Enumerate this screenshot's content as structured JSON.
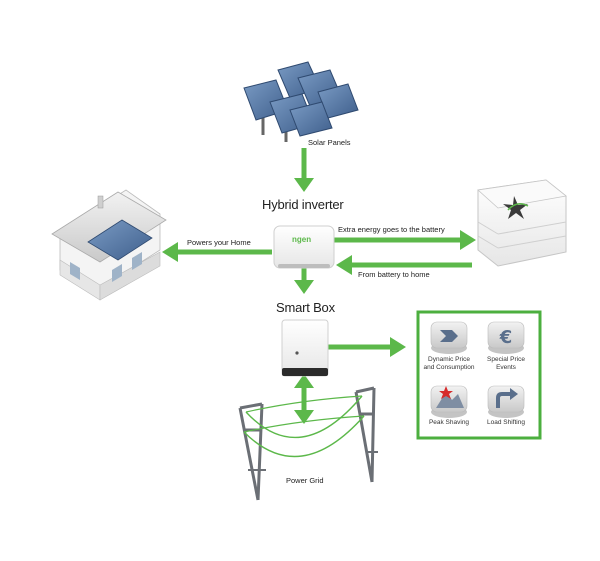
{
  "labels": {
    "solar_panels": "Solar Panels",
    "hybrid_inverter": "Hybrid inverter",
    "powers_home": "Powers your Home",
    "extra_energy": "Extra energy goes to the battery",
    "from_battery": "From battery to home",
    "smart_box": "Smart Box",
    "power_grid": "Power Grid",
    "inverter_logo": "ngen"
  },
  "benefits": [
    {
      "line1": "Dynamic Price",
      "line2": "and Consumption",
      "icon": "handshake-icon"
    },
    {
      "line1": "Special Price",
      "line2": "Events",
      "icon": "euro-icon"
    },
    {
      "line1": "Peak Shaving",
      "line2": "",
      "icon": "mountain-peak-icon"
    },
    {
      "line1": "Load Shifting",
      "line2": "",
      "icon": "shift-arrow-icon"
    }
  ],
  "colors": {
    "arrow_green": "#5cb84a",
    "box_border": "#4caf3f",
    "panel_blue": "#5d7fa8",
    "roof_gray": "#d8d8d8",
    "pylon_gray": "#6b6f75"
  }
}
